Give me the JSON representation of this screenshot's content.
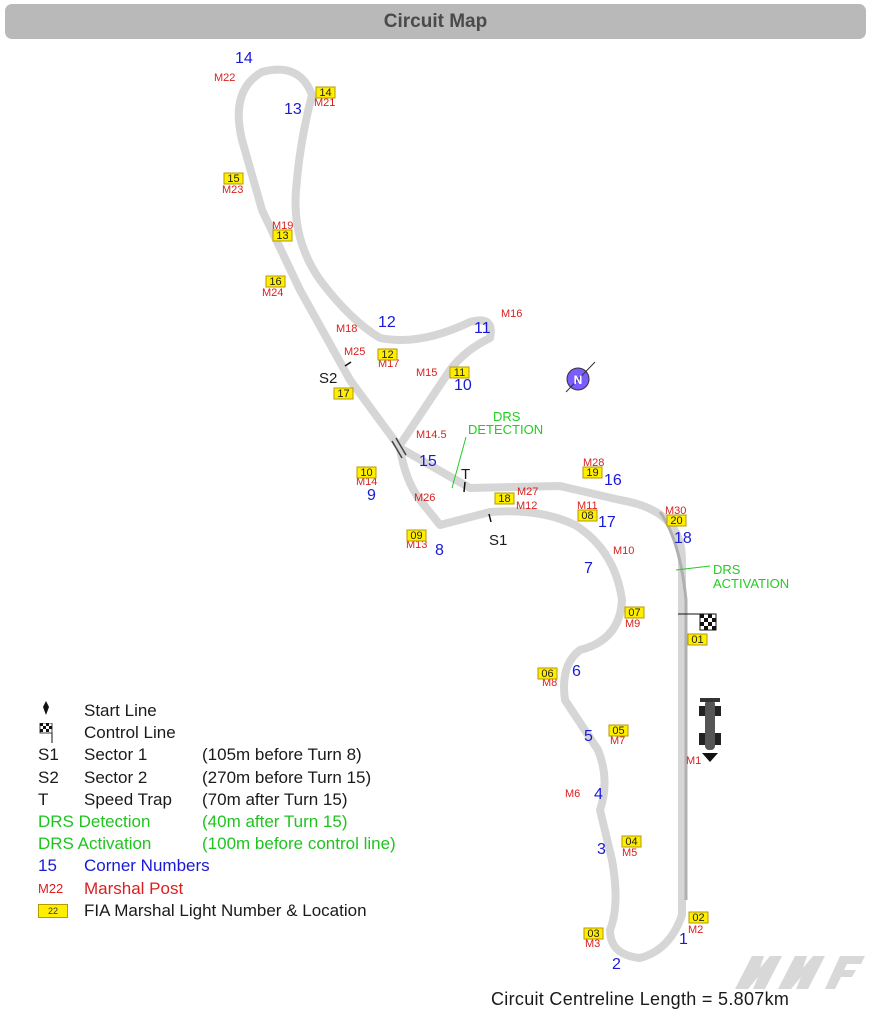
{
  "header": {
    "title": "Circuit Map"
  },
  "corners": [
    {
      "id": "1",
      "label": "1"
    },
    {
      "id": "2",
      "label": "2"
    },
    {
      "id": "3",
      "label": "3"
    },
    {
      "id": "4",
      "label": "4"
    },
    {
      "id": "5",
      "label": "5"
    },
    {
      "id": "6",
      "label": "6"
    },
    {
      "id": "7",
      "label": "7"
    },
    {
      "id": "8",
      "label": "8"
    },
    {
      "id": "9",
      "label": "9"
    },
    {
      "id": "10",
      "label": "10"
    },
    {
      "id": "11",
      "label": "11"
    },
    {
      "id": "12",
      "label": "12"
    },
    {
      "id": "13",
      "label": "13"
    },
    {
      "id": "14",
      "label": "14"
    },
    {
      "id": "15",
      "label": "15"
    },
    {
      "id": "16",
      "label": "16"
    },
    {
      "id": "17",
      "label": "17"
    },
    {
      "id": "18",
      "label": "18"
    }
  ],
  "marshal_posts": [
    "M2",
    "M3",
    "M5",
    "M6",
    "M7",
    "M8",
    "M9",
    "M10",
    "M11",
    "M12",
    "M13",
    "M14",
    "M14.5",
    "M15",
    "M16",
    "M17",
    "M18",
    "M19",
    "M21",
    "M22",
    "M23",
    "M24",
    "M25",
    "M26",
    "M27",
    "M28",
    "M30",
    "M1"
  ],
  "light_numbers": [
    "01",
    "02",
    "03",
    "04",
    "05",
    "06",
    "07",
    "08",
    "09",
    "10",
    "11",
    "12",
    "13",
    "14",
    "15",
    "16",
    "17",
    "18",
    "19",
    "20"
  ],
  "markers": {
    "s1": "S1",
    "s2": "S2",
    "t": "T"
  },
  "drs": {
    "detection_line1": "DRS",
    "detection_line2": "DETECTION",
    "activation_line1": "DRS",
    "activation_line2": "ACTIVATION"
  },
  "legend": {
    "start_line": "Start Line",
    "control_line": "Control Line",
    "s1_sym": "S1",
    "s1_label": "Sector 1",
    "s1_note": "(105m before Turn 8)",
    "s2_sym": "S2",
    "s2_label": "Sector 2",
    "s2_note": "(270m before Turn 15)",
    "t_sym": "T",
    "t_label": "Speed Trap",
    "t_note": "(70m after Turn 15)",
    "drs_det_label": "DRS Detection",
    "drs_det_note": "(40m after Turn 15)",
    "drs_act_label": "DRS Activation",
    "drs_act_note": "(100m before control line)",
    "corner_sym": "15",
    "corner_label": "Corner Numbers",
    "marshal_sym": "M22",
    "marshal_label": "Marshal Post",
    "light_sym": "22",
    "light_label": "FIA Marshal Light Number & Location"
  },
  "footer": {
    "length": "Circuit Centreline Length = 5.807km"
  },
  "colors": {
    "corner": "#1a1ad6",
    "marshal": "#d92020",
    "drs": "#22cc22",
    "track": "#d6d6d6",
    "light_box": "#ffee00",
    "header": "#b9b9b9"
  },
  "icons": {
    "compass": "compass-icon",
    "start_flag": "chequered-flag-icon",
    "car": "f1-car-icon",
    "pin": "start-pin-icon"
  }
}
